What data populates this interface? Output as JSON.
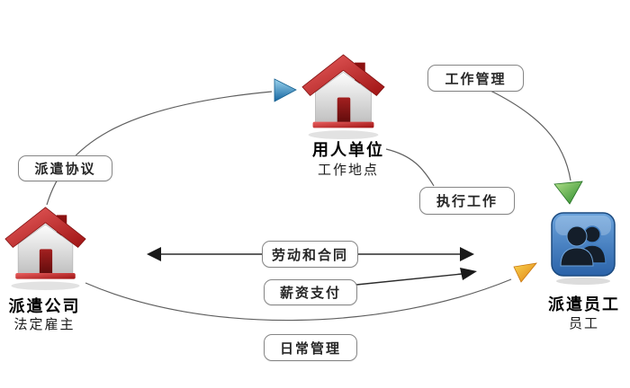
{
  "entities": {
    "employing_unit": {
      "name": "用人单位",
      "role": "工作地点",
      "icon": "house-icon"
    },
    "dispatch_company": {
      "name": "派遣公司",
      "role": "法定雇主",
      "icon": "house-icon"
    },
    "dispatched_employee": {
      "name": "派遣员工",
      "role": "员工",
      "icon": "people-icon"
    }
  },
  "relations": {
    "dispatch_agreement": {
      "label": "派遣协议"
    },
    "work_management": {
      "label": "工作管理"
    },
    "execute_work": {
      "label": "执行工作"
    },
    "labor_contract": {
      "label": "劳动和合同"
    },
    "salary_payment": {
      "label": "薪资支付"
    },
    "daily_management": {
      "label": "日常管理"
    }
  },
  "colors": {
    "background": "#ffffff",
    "connector_line": "#5f5f5f",
    "arrow_blue": "#1f6fad",
    "arrow_green": "#2f8f2f",
    "arrow_orange": "#e89417",
    "arrow_black": "#1a1a1a",
    "house_roof_red": "#a81616",
    "people_icon_blue": "#2f6cb3",
    "label_border": "#868686"
  }
}
